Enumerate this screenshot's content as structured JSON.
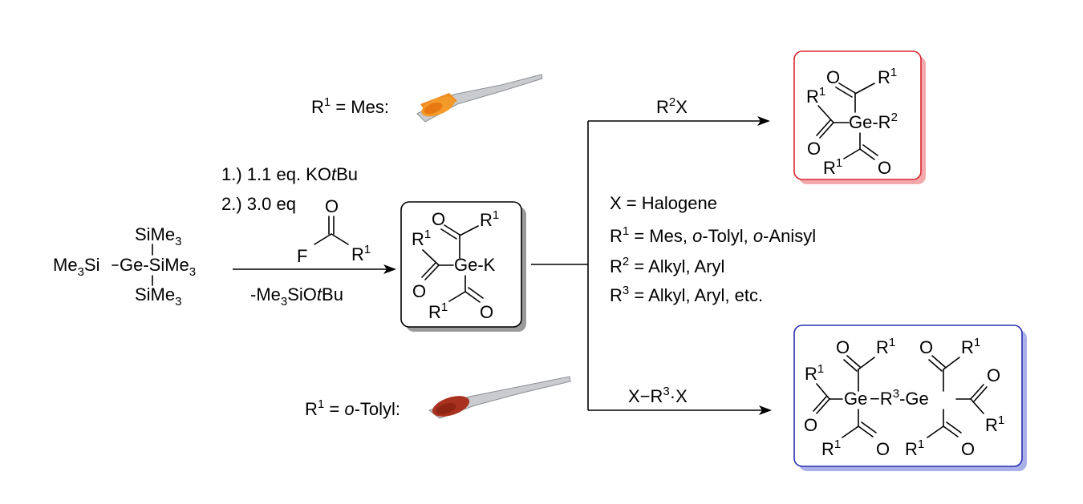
{
  "colors": {
    "red_box": "#d9272e",
    "red_shadow": "#f4a9ad",
    "blue_box": "#2b2fb0",
    "blue_shadow": "#aab0e8",
    "gray_shadow": "#9a9a9a",
    "orange_powder": "#f08a1e",
    "red_powder": "#a8321f",
    "spatula": "#b9bcc0"
  },
  "icons": {
    "spatula_top": "spatula-orange-powder",
    "spatula_bottom": "spatula-red-powder"
  },
  "labels": {
    "r": "R",
    "one": "1",
    "two": "2",
    "three": "3",
    "three_sub": "3",
    "mes_label": " = Mes:",
    "tolyl_prefix": " = ",
    "tolyl_o": "o",
    "tolyl_rest": "-Tolyl:",
    "step1_a": "1.) 1.1 eq. KO",
    "step1_t": "t",
    "step1_b": "Bu",
    "step2": "2.) 3.0 eq",
    "minus_me": "-Me",
    "sio": "SiO",
    "t": "t",
    "bu": "Bu",
    "reagent_f": "F",
    "oxygen": "O",
    "ge": "Ge",
    "ge_k": "Ge-K",
    "ge_r2": "Ge-R",
    "sime3_top": "SiMe",
    "me3si_left_a": "Me",
    "me3si_left_b": "Si",
    "ge_sime3": "Ge-SiMe",
    "r2x_text": "X",
    "x_r3_x_a": "X−R",
    "x_r3_x_b": "·X",
    "ge_r3_link": "−R",
    "ge_r3_link_b": "-Ge"
  },
  "definitions": {
    "x_line": "X  = Halogene",
    "r1_line_a": " = Mes, ",
    "r1_line_o1": "o",
    "r1_line_b": "-Tolyl, ",
    "r1_line_o2": "o",
    "r1_line_c": "-Anisyl",
    "r2_line": " = Alkyl, Aryl",
    "r3_line": " = Alkyl, Aryl, etc."
  }
}
